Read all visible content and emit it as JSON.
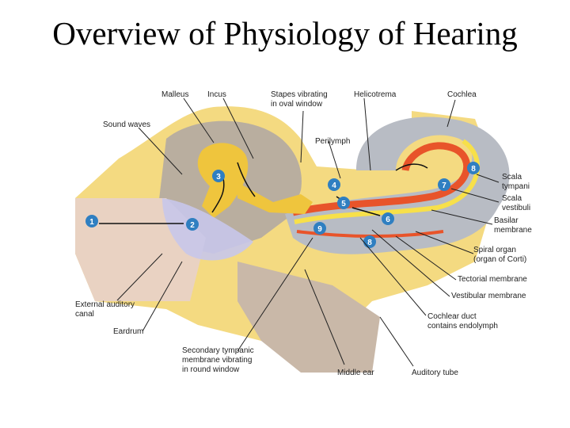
{
  "title": "Overview of Physiology of Hearing",
  "labels": {
    "malleus": "Malleus",
    "incus": "Incus",
    "stapes_1": "Stapes vibrating",
    "stapes_2": "in oval window",
    "helicotrema": "Helicotrema",
    "cochlea": "Cochlea",
    "sound_waves": "Sound waves",
    "perilymph": "Perilymph",
    "scala_tympani_1": "Scala",
    "scala_tympani_2": "tympani",
    "scala_vestibuli_1": "Scala",
    "scala_vestibuli_2": "vestibuli",
    "basilar_1": "Basilar",
    "basilar_2": "membrane",
    "spiral_1": "Spiral organ",
    "spiral_2": "(organ of Corti)",
    "tectorial": "Tectorial membrane",
    "vestibular": "Vestibular membrane",
    "external_1": "External auditory",
    "external_2": "canal",
    "eardrum": "Eardrum",
    "cochlear_duct_1": "Cochlear duct",
    "cochlear_duct_2": "contains endolymph",
    "secondary_1": "Secondary tympanic",
    "secondary_2": "membrane vibrating",
    "secondary_3": "in round window",
    "middle_ear": "Middle ear",
    "auditory_tube": "Auditory tube"
  },
  "steps": [
    "1",
    "2",
    "3",
    "4",
    "5",
    "6",
    "7",
    "8",
    "9"
  ],
  "colors": {
    "bone": "#f2d36b",
    "step_marker": "#2f7fc1",
    "perilymph_duct": "#b8bcc4",
    "basilar": "#e8542a",
    "vestibular": "#f7e04a"
  }
}
